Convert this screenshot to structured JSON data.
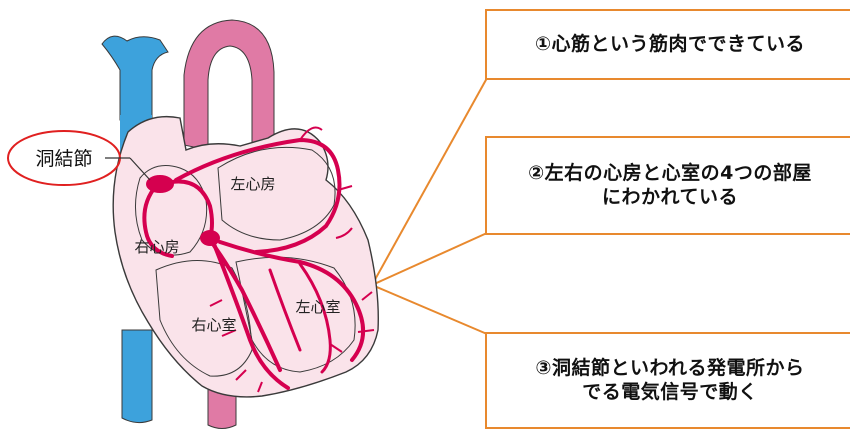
{
  "labels": {
    "sa_node": "洞結節",
    "left_atrium": "左心房",
    "right_atrium": "右心房",
    "left_ventricle": "左心室",
    "right_ventricle": "右心室"
  },
  "notes": [
    {
      "lines": [
        "①心筋という筋肉でできている"
      ]
    },
    {
      "lines": [
        "②左右の心房と心室の4つの部屋",
        "にわかれている"
      ]
    },
    {
      "lines": [
        "③洞結節といわれる発電所から",
        "でる電気信号で動く"
      ]
    }
  ],
  "colors": {
    "vein": "#3da2dc",
    "aorta": "#e07aa5",
    "heart_fill": "#fae3ea",
    "heart_outline": "#3a3a3a",
    "conduction": "#d5004f",
    "callout": "#e8892e",
    "highlight_circle": "#e02020"
  }
}
